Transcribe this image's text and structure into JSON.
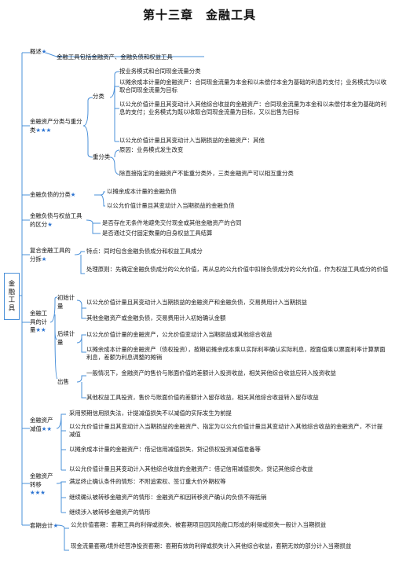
{
  "title": "第十三章　金融工具",
  "root": "金融工具",
  "sections": {
    "overview": {
      "label": "概述",
      "stars": "★",
      "items": [
        "金融工具包括金融资产、金融负债和权益工具"
      ]
    },
    "assets": {
      "label": "金融资产分类与重分类",
      "stars": "★★★",
      "classify": {
        "label": "分类",
        "items": [
          "按业务模式和合同现金流量分类",
          "以摊余成本计量的金融资产：合同现金流量为本金和以未偿付本金为基础的利息的支付；业务模式为以收取合同现金流量为目标",
          "以公允价值计量且其变动计入其他综合收益的金融资产：合同现金流量为本金和以未偿付本金为基础的利息的支付；业务模式为既以收取合同现金流量为目标，又以出售为目标",
          "以公允价值计量且其变动计入当期损益的金融资产：其他"
        ]
      },
      "reclassify": {
        "label": "重分类",
        "items": [
          "原因：业务模式发生改变",
          "除直接指定的金融资产不能重分类外，三类金融资产可以相互重分类"
        ]
      }
    },
    "liabilities": {
      "label": "金融负债的分类",
      "stars": "★",
      "items": [
        "以摊余成本计量的金融负债",
        "以公允价值计量且其变动计入当期损益的金融负债"
      ]
    },
    "distinction": {
      "label": "金融负债与权益工具的区分",
      "stars": "★",
      "items": [
        "是否存在无条件地避免交付现金或其他金融资产的合同",
        "是否通过交付固定数量的自身权益工具结算"
      ]
    },
    "compound": {
      "label": "复合金融工具的分拆",
      "stars": "★",
      "items": [
        "特点：同时包含金融负债成分和权益工具成分",
        "处理原则：先确定金融负债成分的公允价值，再从总的公允价值中扣除负债成分的公允价值，作为权益工具成分的价值"
      ]
    },
    "measurement": {
      "label": "金融工具的计量",
      "stars": "★★",
      "initial": {
        "label": "初始计量",
        "items": [
          "以公允价值计量且其变动计入当期损益的金融资产和金融负债，交易费用计入当期损益",
          "其他金融资产或金融负债，交易费用计入初始确认金额"
        ]
      },
      "subsequent": {
        "label": "后续计量",
        "items": [
          "以公允价值计量的金融资产，公允价值变动计入当期损益或其他综合收益",
          "以摊余成本计量的金融资产（债权投资），按期初摊余成本乘以实际利率确认实际利息，按面值乘以票面利率计算票面利息，差额为利息调整的摊销"
        ]
      },
      "sale": {
        "label": "出售",
        "items": [
          "一般情况下，金融资产的售价与账面价值的差额计入投资收益，相关其他综合收益应转入投资收益",
          "其他权益工具投资，售价与账面价值的差额计入留存收益，相关其他综合收益转入留存收益"
        ]
      }
    },
    "impairment": {
      "label": "金融资产减值",
      "stars": "★★",
      "items": [
        "采用预期信用损失法，计提减值损失不以减值的实际发生为前提",
        "以公允价值计量且其变动计入当期损益的金融资产、指定为以公允价值计量且其变动计入其他综合收益的金融资产，不计提减值",
        "以摊余成本计量的金融资产：借记信用减值损失，贷记债权投资减值准备等",
        "以公允价值计量且其变动计入其他综合收益的金融资产：借记信用减值损失，贷记其他综合收益"
      ]
    },
    "transfer": {
      "label": "金融资产转移",
      "stars": "★★★",
      "items": [
        "满足终止确认条件的情形：不附追索权、签订重大价外期权等",
        "继续确认被转移金融资产的情形：金融资产和因转移资产确认的负债不得抵销",
        "继续涉入被转移金融资产的情形"
      ]
    },
    "hedge": {
      "label": "套期会计",
      "stars": "★",
      "items": [
        "公允价值套期：套期工具的利得或损失、被套期项目因风险敞口形成的利得或损失一般计入当期损益",
        "现金流量套期/境外经营净投资套期：套期有效的利得或损失计入其他综合收益，套期无效的部分计入当期损益"
      ]
    }
  },
  "colors": {
    "line": "#4a90d9",
    "star": "#2a72d1"
  }
}
